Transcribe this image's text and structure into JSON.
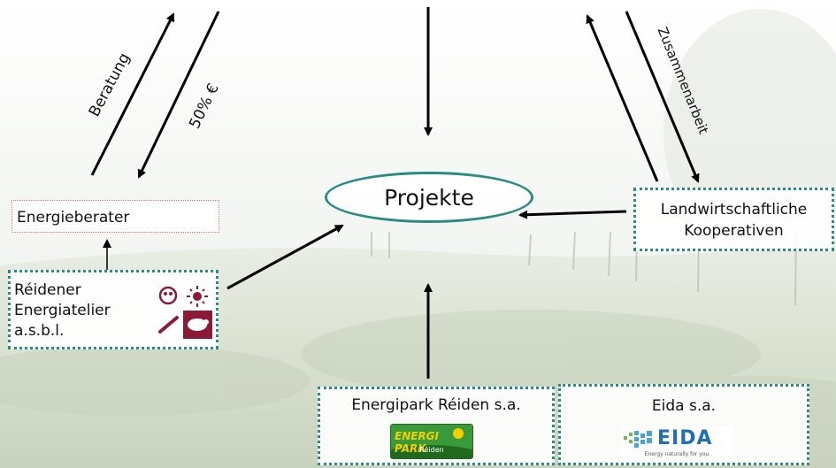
{
  "nodes": {
    "center": "Projekte",
    "energieberater": "Energieberater",
    "atelier": [
      "Réidener",
      "Energiatelier",
      "a.s.b.l."
    ],
    "landwirtschaft": [
      "Landwirtschaftliche",
      "Kooperativen"
    ],
    "energipark": "Energipark Réiden s.a.",
    "eida": "Eida s.a."
  },
  "edge_labels": {
    "beratung": "Beratung",
    "funding": "50% €",
    "zusammenarbeit": "Zusammenarbeit"
  },
  "logos": {
    "energipark_text": "ENERGI PARK",
    "energipark_sub": "Réiden",
    "eida_text": "EIDA",
    "eida_tagline": "Energy naturally for you"
  },
  "colors": {
    "accent": "#2a8a86",
    "energieberater_border": "#e07070"
  }
}
